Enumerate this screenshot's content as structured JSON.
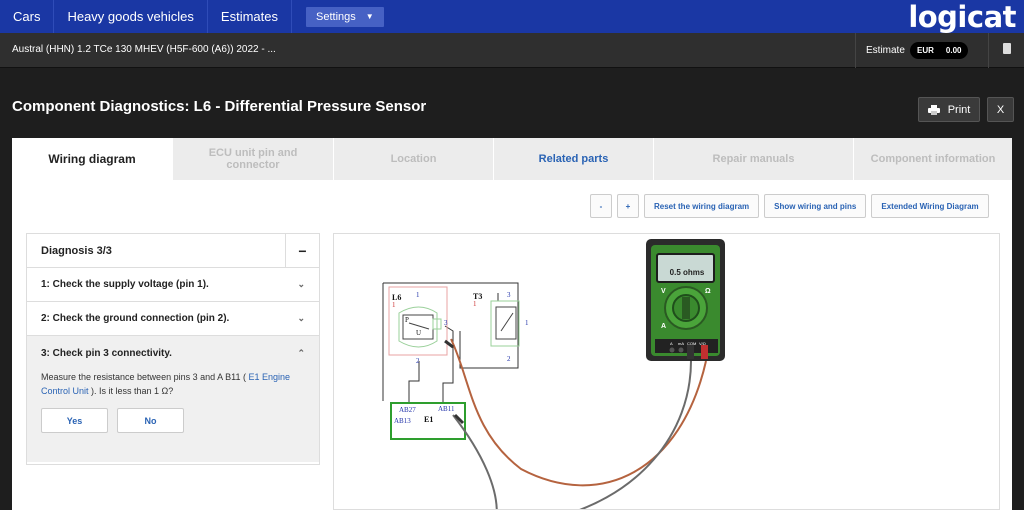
{
  "nav": {
    "items": [
      "Cars",
      "Heavy goods vehicles",
      "Estimates"
    ],
    "settings_label": "Settings",
    "logo": "logicat"
  },
  "vehicle": {
    "label": "Austral (HHN) 1.2 TCe 130 MHEV (H5F-600 (A6)) 2022 - ..."
  },
  "estimate": {
    "label": "Estimate",
    "currency": "EUR",
    "amount": "0.00"
  },
  "page": {
    "title": "Component Diagnostics: L6 - Differential Pressure Sensor",
    "print_label": "Print",
    "close_label": "X"
  },
  "tabs": [
    {
      "label": "Wiring diagram",
      "state": "active"
    },
    {
      "label": "ECU unit pin and connector",
      "state": "disabled"
    },
    {
      "label": "Location",
      "state": "disabled"
    },
    {
      "label": "Related parts",
      "state": "link"
    },
    {
      "label": "Repair manuals",
      "state": "disabled"
    },
    {
      "label": "Component information",
      "state": "disabled"
    }
  ],
  "toolbar": {
    "zoom_out": "-",
    "zoom_in": "+",
    "reset": "Reset the wiring diagram",
    "show_wiring": "Show wiring and pins",
    "extended": "Extended Wiring Diagram"
  },
  "diagnosis": {
    "title": "Diagnosis 3/3",
    "collapse": "−",
    "steps": [
      "1: Check the supply voltage (pin 1).",
      "2: Check the ground connection (pin 2).",
      "3: Check pin 3 connectivity."
    ],
    "desc_before": "Measure the resistance between pins 3 and A B11 ( ",
    "desc_link": "E1 Engine Control Unit",
    "desc_after": " ). Is it less than 1 Ω?",
    "yes": "Yes",
    "no": "No"
  },
  "wiring": {
    "l6": "L6",
    "l6_sub": "1",
    "t3": "T3",
    "t3_sub": "1",
    "pin1": "1",
    "pin2": "2",
    "pin3": "3",
    "t3_pin3": "3",
    "t3_pin1": "1",
    "t3_pin2": "2",
    "p": "P",
    "u": "U",
    "e1": "E1",
    "ab27": "AB27",
    "ab13": "AB13",
    "ab11": "AB11"
  },
  "meter": {
    "reading": "0.5 ohms",
    "v": "V",
    "omega": "Ω",
    "a": "A",
    "ports": [
      "A",
      "mA",
      "COM",
      "V/Ω"
    ]
  },
  "colors": {
    "topbar": "#1a37a4",
    "meter_body": "#3a8a2e",
    "lead_red": "#b5633f",
    "lead_black": "#6b6b6b",
    "ecu_box": "#2e9e2e",
    "link": "#2a63b4"
  }
}
